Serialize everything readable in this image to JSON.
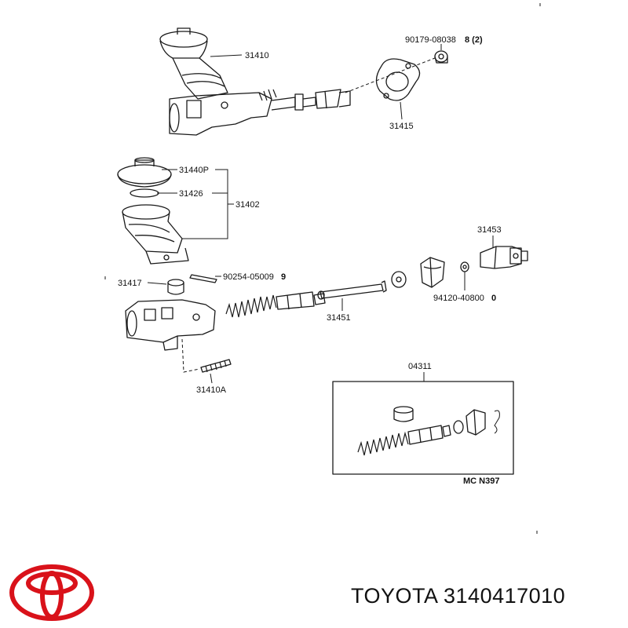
{
  "callouts": {
    "p31410": "31410",
    "p90179": "90179-08038",
    "p90179_qty": "8 (2)",
    "p31415": "31415",
    "p31440p": "31440P",
    "p31426": "31426",
    "p31402": "31402",
    "p31453": "31453",
    "p31417": "31417",
    "p90254": "90254-05009",
    "p90254_qty": "9",
    "p94120": "94120-40800",
    "p94120_qty": "0",
    "p31451": "31451",
    "p31410a": "31410A",
    "p04311": "04311"
  },
  "diagram_code": "MC N397",
  "caption": "TOYOTA 3140417010",
  "colors": {
    "brand_red": "#d9121a",
    "line": "#1a1a1a"
  },
  "icons": {
    "logo": "toyota-logo"
  }
}
